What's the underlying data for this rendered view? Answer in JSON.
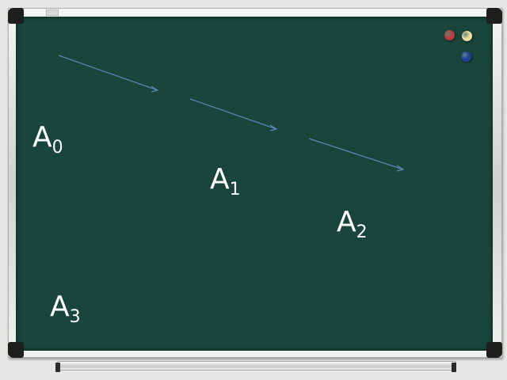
{
  "board": {
    "background_color": "#19453b",
    "frame_color": "#d8dbd8",
    "corner_color": "#1d1f1e"
  },
  "magnets": [
    {
      "name": "red-magnet",
      "color": "#c0393c"
    },
    {
      "name": "yellow-magnet",
      "color": "#ecdca0"
    },
    {
      "name": "blue-magnet",
      "color": "#233f9a"
    }
  ],
  "arrow_color": "#5c86b8",
  "labels": [
    {
      "letter": "A",
      "index": "0"
    },
    {
      "letter": "A",
      "index": "1"
    },
    {
      "letter": "A",
      "index": "2"
    },
    {
      "letter": "A",
      "index": "3"
    }
  ]
}
